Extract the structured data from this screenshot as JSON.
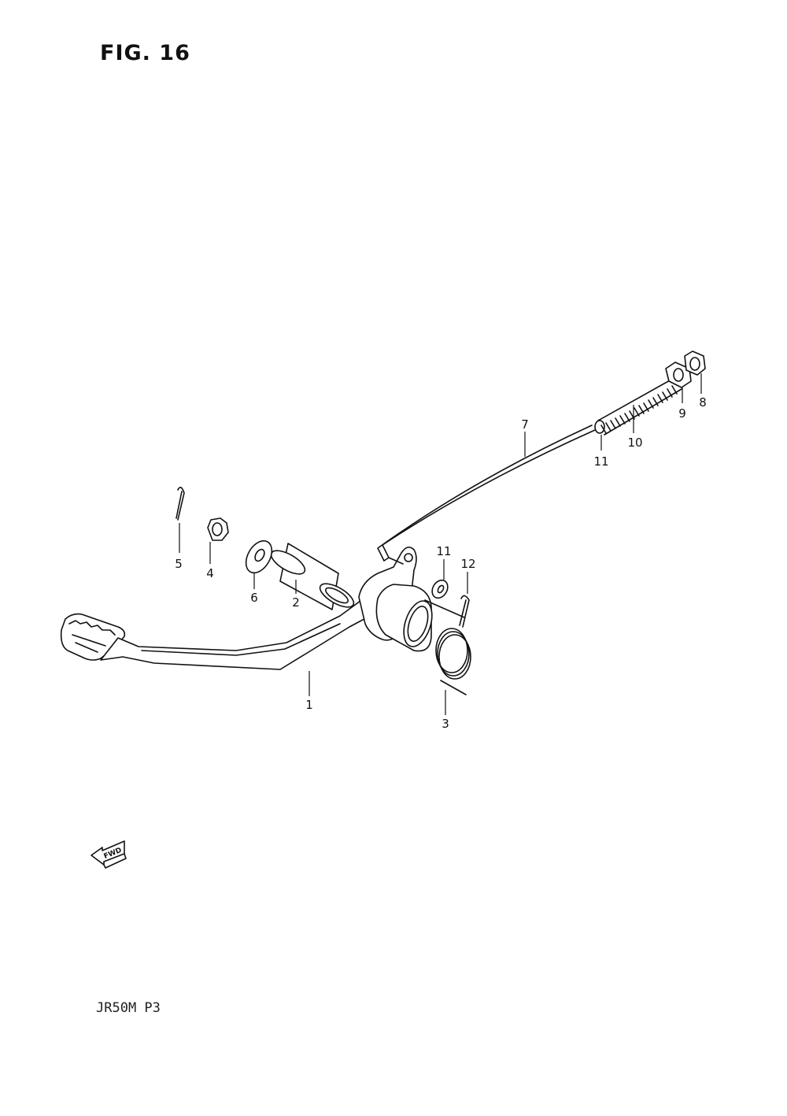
{
  "figure": {
    "title": "FIG. 16"
  },
  "footer": {
    "code": "JR50M P3"
  },
  "direction_marker": {
    "label": "FWD",
    "icon": "fwd-arrow-icon"
  },
  "callouts": [
    {
      "id": "c1",
      "label": "1"
    },
    {
      "id": "c2",
      "label": "2"
    },
    {
      "id": "c3",
      "label": "3"
    },
    {
      "id": "c4",
      "label": "4"
    },
    {
      "id": "c5",
      "label": "5"
    },
    {
      "id": "c6",
      "label": "6"
    },
    {
      "id": "c7",
      "label": "7"
    },
    {
      "id": "c8",
      "label": "8"
    },
    {
      "id": "c9",
      "label": "9"
    },
    {
      "id": "c10",
      "label": "10"
    },
    {
      "id": "c11a",
      "label": "11"
    },
    {
      "id": "c11b",
      "label": "11"
    },
    {
      "id": "c12",
      "label": "12"
    }
  ]
}
